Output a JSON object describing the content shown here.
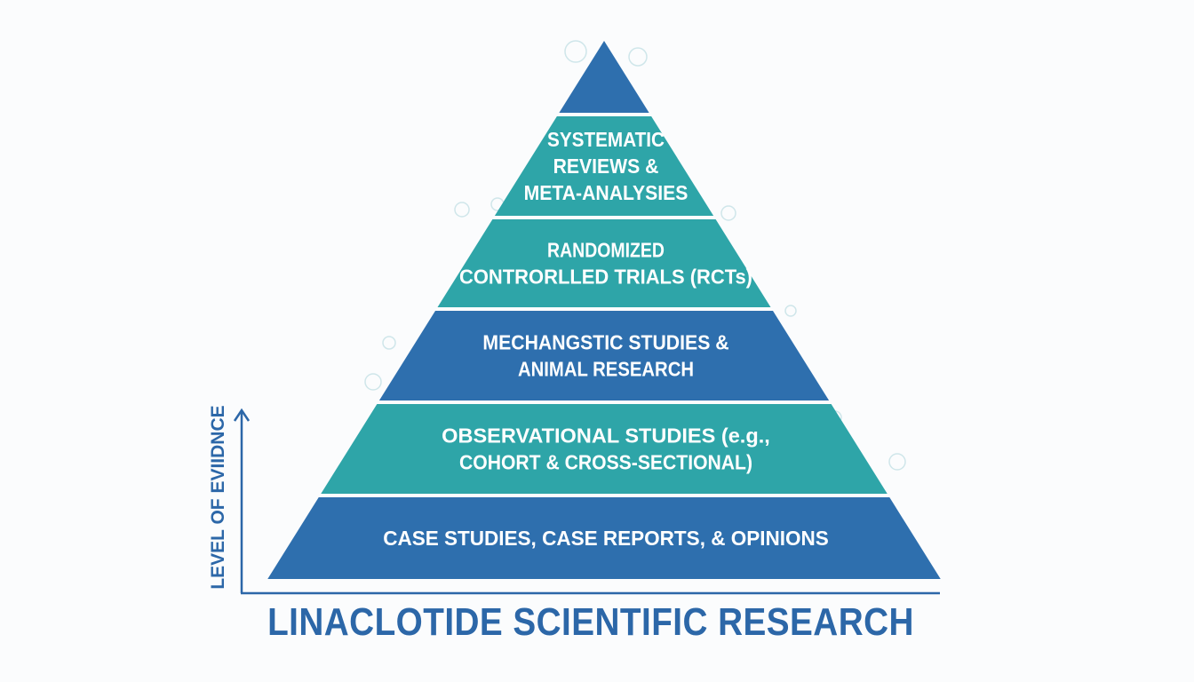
{
  "title": "LINACLOTIDE SCIENTIFIC RESEARCH",
  "y_axis_label": "LEVEL OF EVIIDNCE",
  "colors": {
    "dark_blue": "#2e6fae",
    "teal": "#2ea5a8",
    "axis": "#2c67a8"
  },
  "tiers": [
    {
      "lines": [],
      "color": "dark_blue"
    },
    {
      "lines": [
        "SYSTEMATIC",
        "REVIEWS &",
        "META-ANALYSIES"
      ],
      "color": "teal"
    },
    {
      "lines": [
        "RANDOMIZED",
        "CONTRORLLED TRIALS (RCTs)"
      ],
      "color": "teal"
    },
    {
      "lines": [
        "MECHANGSTIC STUDIES &",
        "ANIMAL RESEARCH"
      ],
      "color": "dark_blue"
    },
    {
      "lines": [
        "OBSERVATIONAL STUDIES (e.g.,",
        "COHORT & CROSS-SECTIONAL)"
      ],
      "color": "teal"
    },
    {
      "lines": [
        "CASE STUDIES, CASE REPORTS, & OPINIONS"
      ],
      "color": "dark_blue"
    }
  ]
}
